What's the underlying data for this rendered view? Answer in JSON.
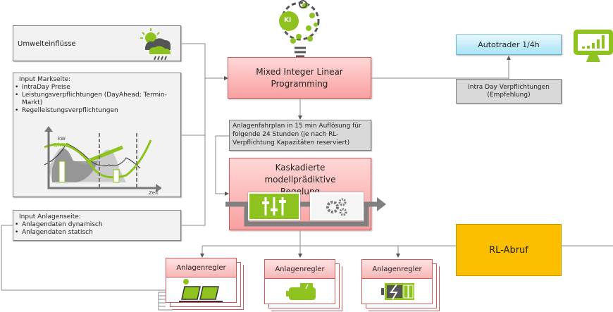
{
  "environment": {
    "label": "Umwelteinflüsse",
    "icon": "weather-icon"
  },
  "market_input": {
    "title": "Input Markseite:",
    "items": [
      "IntraDay Preise",
      "Leistungsverpflichtungen (DayAhead; Termin-Markt)",
      "Regelleistungsverpflichtungen"
    ],
    "chart": {
      "y_label_power": "kW",
      "y_label_price": "€/kWh",
      "x_label": "Zeit"
    }
  },
  "plant_input": {
    "title": "Input Anlagenseite:",
    "items": [
      "Anlagendaten dynamisch",
      "Anlagendaten statisch"
    ]
  },
  "ki": {
    "label": "KI"
  },
  "milp": {
    "label": "Mixed Integer Linear Programming"
  },
  "schedule": {
    "label": "Anlagenfahrplan in 15 min Auflösung für folgende 24 Stunden (je nach RL-Verpflichtung Kapazitäten reserviert)"
  },
  "mpc": {
    "label": "Kaskadierte modellprädiktive Regelung"
  },
  "autotrader": {
    "label": "Autotrader 1/4h"
  },
  "intraday": {
    "label": "Intra Day Verpflichtungen (Empfehlung)"
  },
  "rl_abruf": {
    "label": "RL-Abruf"
  },
  "controllers": [
    {
      "label": "Anlagenregler",
      "icon": "solar-panel-icon"
    },
    {
      "label": "Anlagenregler",
      "icon": "generator-icon"
    },
    {
      "label": "Anlagenregler",
      "icon": "battery-icon"
    }
  ],
  "colors": {
    "green": "#8dc21f",
    "red_fill": "#f9a0a0",
    "blue_fill": "#c5eefa",
    "orange": "#fbbf00",
    "gray": "#7f7f7f"
  }
}
